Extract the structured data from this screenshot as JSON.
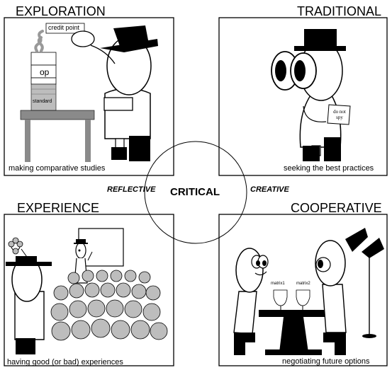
{
  "panels": {
    "exploration": {
      "title": "EXPLORATION",
      "caption": "making comparative studies",
      "labels": {
        "credit_point": "credit point",
        "op": "op",
        "standard": "standard"
      }
    },
    "traditional": {
      "title": "TRADITIONAL",
      "caption": "seeking the best practices",
      "labels": {
        "note": "do not spy"
      }
    },
    "experience": {
      "title": "EXPERIENCE",
      "caption": "having good (or bad) experiences"
    },
    "cooperative": {
      "title": "COOPERATIVE",
      "caption": "negotiating future options",
      "labels": {
        "glass_left": "matrix1",
        "glass_right": "matrix2"
      }
    }
  },
  "center": {
    "label": "CRITICAL",
    "left_tag": "REFLECTIVE",
    "right_tag": "CREATIVE"
  },
  "colors": {
    "ink": "#000000",
    "gray": "#8a8a8a",
    "light_gray": "#bdbdbd",
    "paper": "#ffffff"
  }
}
